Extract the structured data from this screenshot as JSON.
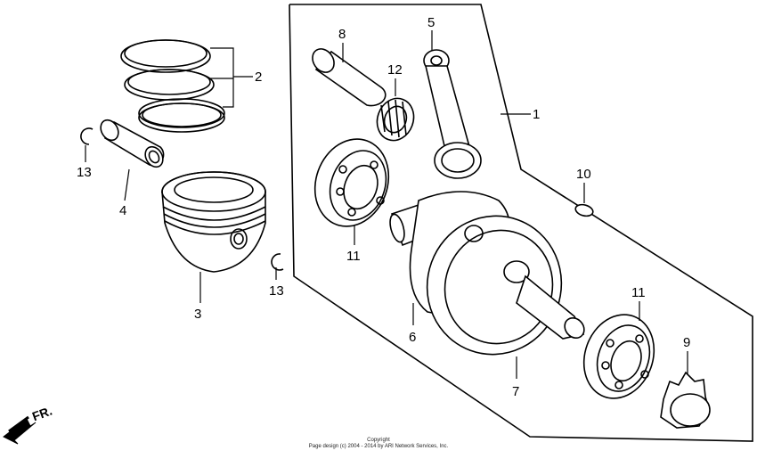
{
  "callouts": {
    "c1": "1",
    "c2": "2",
    "c3": "3",
    "c4": "4",
    "c5": "5",
    "c6": "6",
    "c7": "7",
    "c8": "8",
    "c9": "9",
    "c10": "10",
    "c11a": "11",
    "c11b": "11",
    "c12": "12",
    "c13a": "13",
    "c13b": "13"
  },
  "front_marker": {
    "label": "FR.",
    "icon": "front-arrow-icon"
  },
  "copyright": {
    "line1": "Copyright",
    "line2": "Page design (c) 2004 - 2014 by ARI Network Services, Inc."
  }
}
